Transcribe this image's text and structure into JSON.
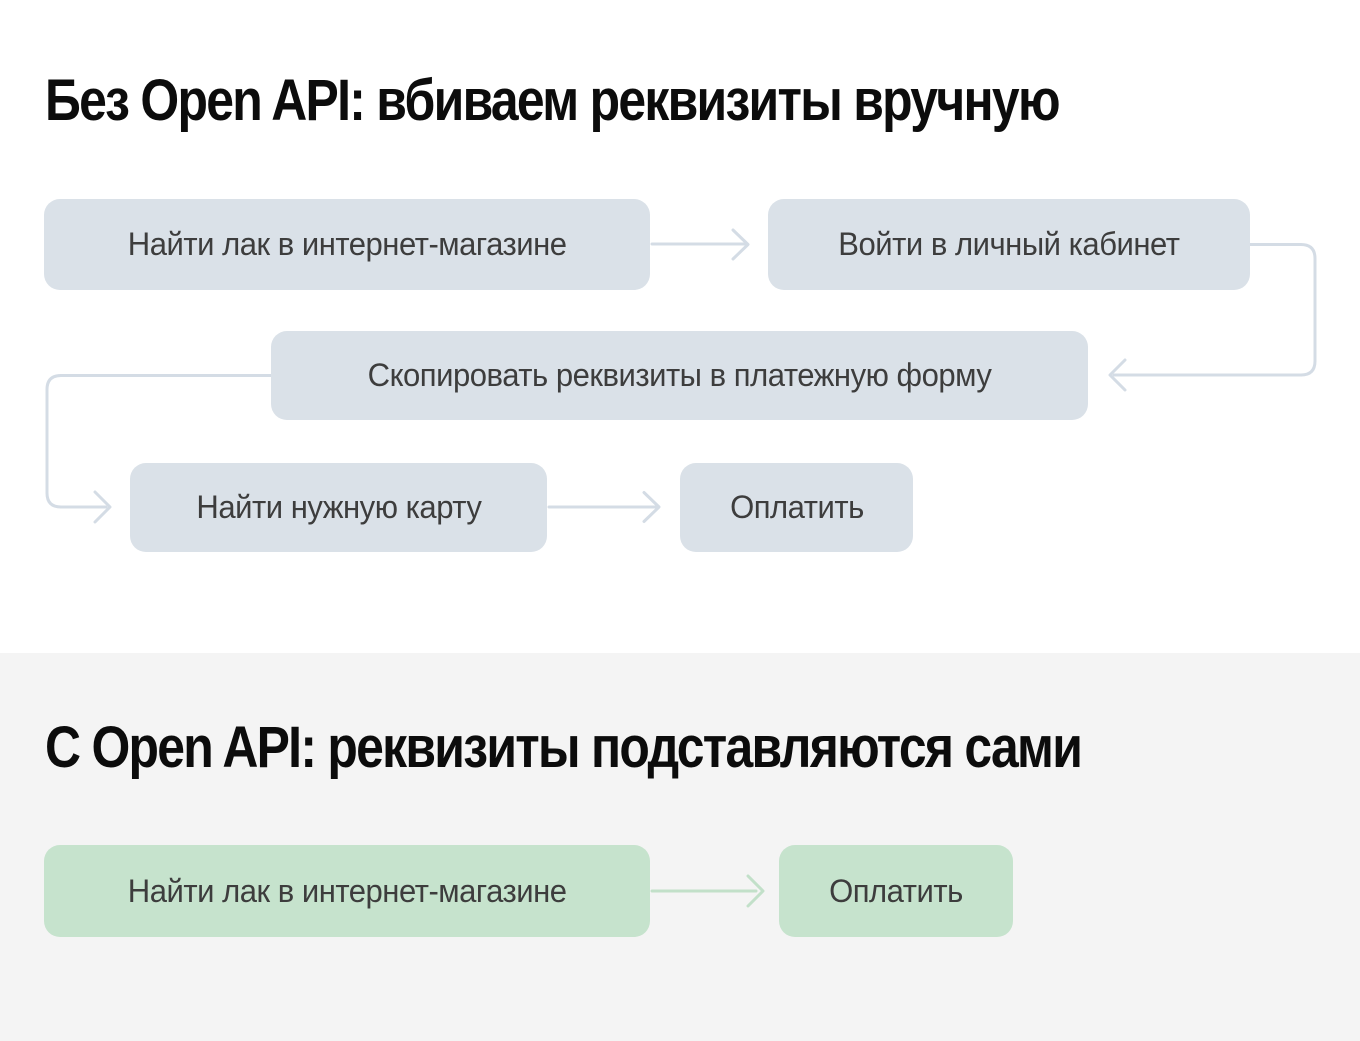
{
  "colors": {
    "page_top_bg": "#ffffff",
    "page_bottom_bg": "#f4f4f4",
    "box_gray": "#dae1e8",
    "box_green": "#c6e3cd",
    "arrow_gray": "#d4dce5",
    "arrow_green": "#c2e0c9",
    "box_text": "#3d3d3d",
    "title_text": "#0c0c0c"
  },
  "manual_flow": {
    "title": "Без Open API: вбиваем реквизиты вручную",
    "steps": [
      {
        "label": "Найти лак в интернет-магазине"
      },
      {
        "label": "Войти в личный кабинет"
      },
      {
        "label": "Скопировать реквизиты в платежную форму"
      },
      {
        "label": "Найти нужную карту"
      },
      {
        "label": "Оплатить"
      }
    ]
  },
  "api_flow": {
    "title": "С Open API: реквизиты подставляются сами",
    "steps": [
      {
        "label": "Найти лак в интернет-магазине"
      },
      {
        "label": "Оплатить"
      }
    ]
  }
}
